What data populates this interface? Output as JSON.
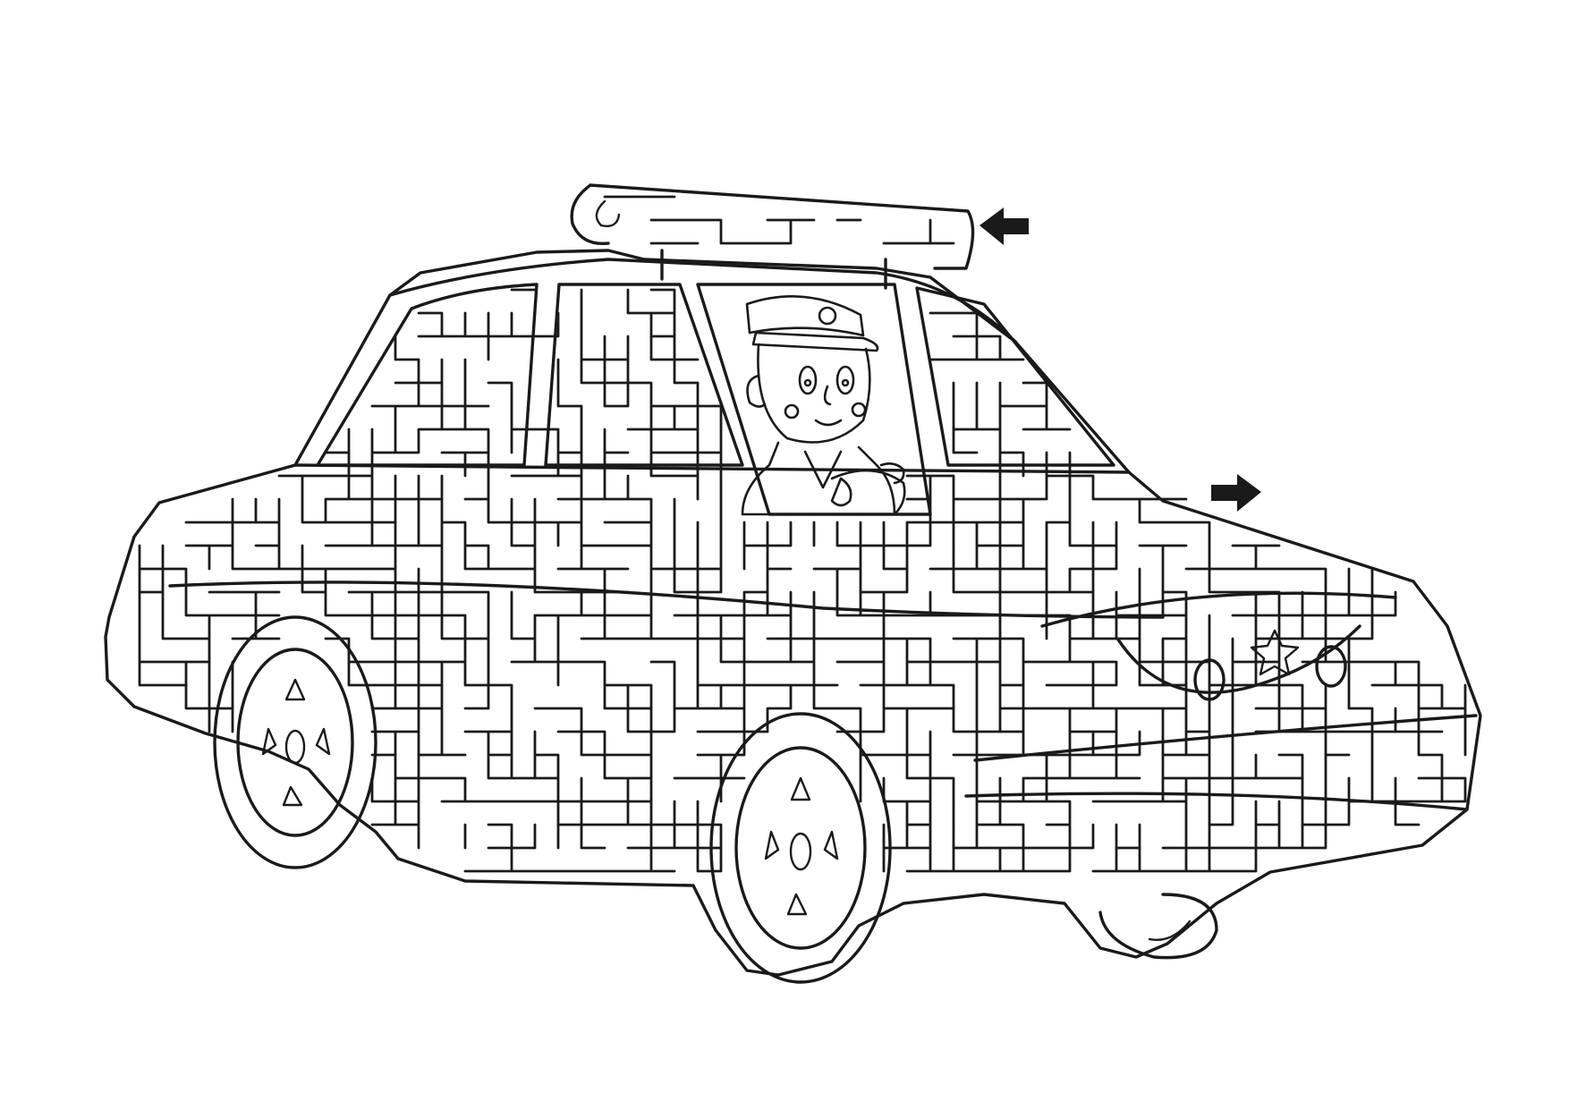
{
  "puzzle": {
    "kind": "maze",
    "subject": "police car",
    "ink_color": "#1a1a1a",
    "paper_color": "#ffffff",
    "entry_arrow": {
      "direction": "left",
      "icon": "arrow-left-icon"
    },
    "exit_arrow": {
      "direction": "right",
      "icon": "arrow-right-icon"
    },
    "driver": {
      "icon": "police-officer-icon"
    },
    "badge": {
      "icon": "star-icon"
    }
  }
}
